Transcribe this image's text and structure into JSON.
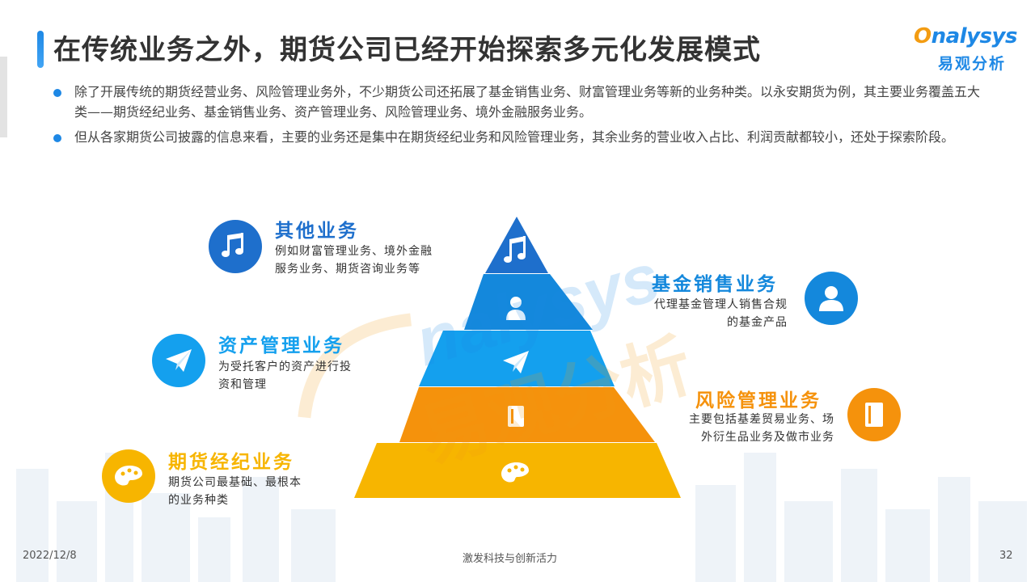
{
  "title": "在传统业务之外，期货公司已经开始探索多元化发展模式",
  "logo": {
    "word_prefix": "O",
    "word_rest": "nalysys",
    "cn": "易观分析"
  },
  "bullets": [
    "除了开展传统的期货经营业务、风险管理业务外，不少期货公司还拓展了基金销售业务、财富管理业务等新的业务种类。以永安期货为例，其主要业务覆盖五大类——期货经纪业务、基金销售业务、资产管理业务、风险管理业务、境外金融服务业务。",
    "但从各家期货公司披露的信息来看，主要的业务还是集中在期货经纪业务和风险管理业务，其余业务的营业收入占比、利润贡献都较小，还处于探索阶段。"
  ],
  "tiers": [
    {
      "title": "其他业务",
      "desc1": "例如财富管理业务、境外金融",
      "desc2": "服务业务、期货咨询业务等",
      "icon": "music-note-icon",
      "color": "#1e6fcc"
    },
    {
      "title": "基金销售业务",
      "desc1": "代理基金管理人销售合规",
      "desc2": "的基金产品",
      "icon": "user-icon",
      "color": "#1488dc"
    },
    {
      "title": "资产管理业务",
      "desc1": "为受托客户的资产进行投",
      "desc2": "资和管理",
      "icon": "paper-plane-icon",
      "color": "#14a0ee"
    },
    {
      "title": "风险管理业务",
      "desc1": "主要包括基差贸易业务、场",
      "desc2": "外衍生品业务及做市业务",
      "icon": "book-icon",
      "color": "#f5920c"
    },
    {
      "title": "期货经纪业务",
      "desc1": "期货公司最基础、最根本",
      "desc2": "的业务种类",
      "icon": "palette-icon",
      "color": "#f7b500"
    }
  ],
  "watermark": {
    "word": "nalysys",
    "cn": "易观分析"
  },
  "footer": {
    "date": "2022/12/8",
    "slogan": "激发科技与创新活力",
    "page": "32"
  }
}
